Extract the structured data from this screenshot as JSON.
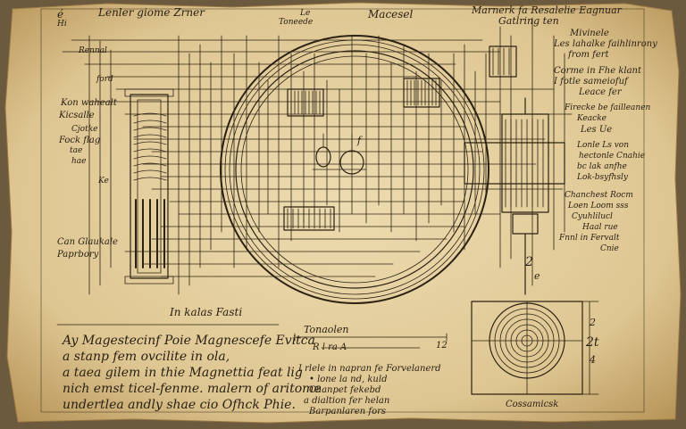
{
  "colors": {
    "paper": "#e3cf9e",
    "paper_edge": "#c6a86a",
    "ink": "#2c2214"
  },
  "header": {
    "top_left_mark": "é",
    "top_left_sub": "Hi",
    "title_left": "Lenler giome Zrner",
    "center_small_1": "Le",
    "center_small_2": "Toneede",
    "title_center": "Macesel",
    "title_right_1": "Marnerk fa Resalelie Eagnuar",
    "title_right_2": "Gatlring ten"
  },
  "left_notes": {
    "n1": "Rennal",
    "n2": "ford",
    "n3": "Kon wahealt",
    "n4": "Kicsalle",
    "n5": "Cjotke",
    "n6": "Fock flag",
    "n7": "tae",
    "n8": "hae",
    "n9": "Ke",
    "n10": "Can Glaukale",
    "n11": "Paprbory"
  },
  "right_notes": {
    "r1": "Mivinele",
    "r2": "Les lahalke faihlinrony",
    "r3": "from fert",
    "r4": "Corme in Fhe klant",
    "r5": "I fotle sameiofuf",
    "r6": "Leace fer",
    "r7": "Firecke be failleanen",
    "r8": "Keacke",
    "r9": "Les Ue",
    "r10": "Lonle Ls von",
    "r11": "hectonle Cnahie",
    "r12": "bc lak anfhe",
    "r13": "Lok-bsyfhsly",
    "r14": "Chanchest Rocm",
    "r15": "Loen Loom sss",
    "r16": "Cyuhlilucl",
    "r17": "Haal rue",
    "r18": "Fnnl in Fervalt",
    "r19": "Cnie"
  },
  "center": {
    "small_f": "f",
    "mid_label": "In kalas Fasti",
    "mark_2": "2",
    "mark_e": "e"
  },
  "bottom_left": {
    "line1": "Ay Magestecinf Poie Magnescefe Evitca",
    "line2": "a stanp fem ovcilite in ola,",
    "line3": "a taea gilem in thie Magnettia feat lig",
    "line4": "nich emst ticel-fenme. malern of aritome",
    "line5": "undertlea andly shae cio Ofhck Phie."
  },
  "bottom_center": {
    "title": "Tonaolen",
    "sub": "R  l ra  A",
    "nums": "12",
    "p1": "I rlele in napran fe Forvelanerd",
    "p2": "• lone la nd, kuld",
    "p3": "Chanpet fekebd",
    "p4": "a dialtion fer helan",
    "p5": "Barpanlaren fors"
  },
  "bottom_right": {
    "caption": "Cossamicsk",
    "mark_zt": "2t",
    "mark_2": "2",
    "mark_4": "4"
  }
}
